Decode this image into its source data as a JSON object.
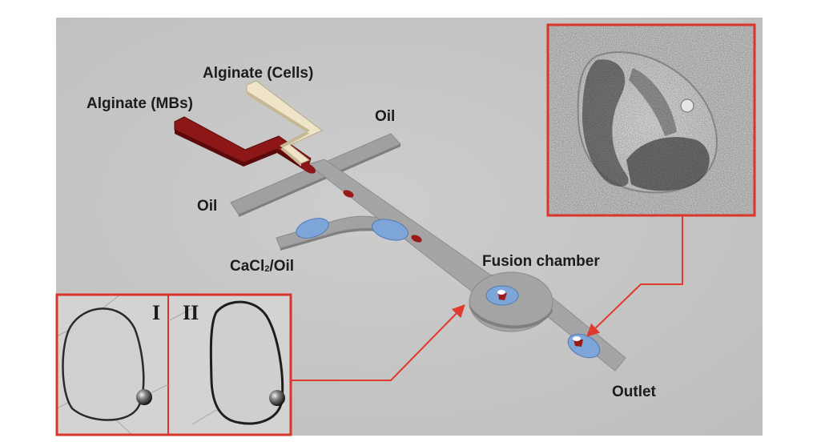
{
  "labels": {
    "alginate_cells": "Alginate (Cells)",
    "alginate_mbs": "Alginate (MBs)",
    "oil_top": "Oil",
    "oil_left": "Oil",
    "cacl2_oil_pre": "CaCl",
    "cacl2_oil_sub": "2",
    "cacl2_oil_post": "/Oil",
    "fusion_chamber": "Fusion chamber",
    "outlet": "Outlet",
    "panel_i": "I",
    "panel_ii": "II"
  },
  "colors": {
    "background": "#c4c4c4",
    "channel": "#9e9e9e",
    "alginate_cells": "#efe3c8",
    "alginate_mbs": "#8b1414",
    "droplet_blue": "#7da3d6",
    "highlight_box": "#d9352a",
    "arrow": "#e03a2e"
  },
  "icons": [
    "arrow-to-fusion-chamber",
    "arrow-to-outlet",
    "microbubble-icon"
  ]
}
